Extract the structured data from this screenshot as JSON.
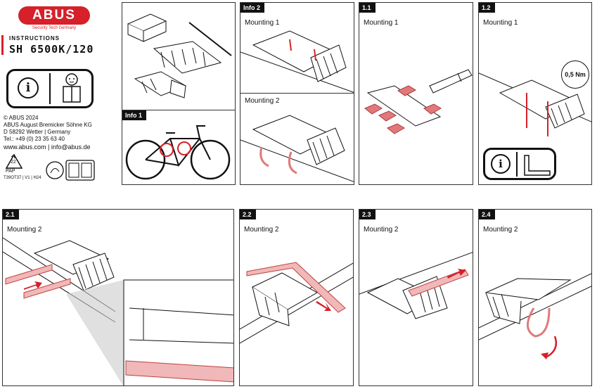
{
  "brand": {
    "name": "ABUS",
    "tagline": "Security Tech Germany"
  },
  "doc": {
    "heading": "INSTRUCTIONS",
    "model": "SH 6500K/120"
  },
  "company": {
    "copyright": "© ABUS 2024",
    "name": "ABUS August Bremicker Söhne KG",
    "address": "D 58292 Wetter | Germany",
    "phone": "Tel.: +49 (0) 23 35 63 40",
    "web": "www.abus.com | info@abus.de",
    "recycle_number": "22",
    "recycle_material": "PAP",
    "code": "T39OT37 | V1 | H24"
  },
  "panels": {
    "info1": {
      "tag": "Info 1"
    },
    "info2": {
      "tag": "Info 2",
      "title1": "Mounting 1",
      "title2": "Mounting 2"
    },
    "p11": {
      "tag": "1.1",
      "title": "Mounting 1"
    },
    "p12": {
      "tag": "1.2",
      "title": "Mounting 1",
      "torque": "0,5 Nm"
    },
    "p21": {
      "tag": "2.1",
      "title": "Mounting 2"
    },
    "p22": {
      "tag": "2.2",
      "title": "Mounting 2"
    },
    "p23": {
      "tag": "2.3",
      "title": "Mounting 2"
    },
    "p24": {
      "tag": "2.4",
      "title": "Mounting 2"
    }
  },
  "colors": {
    "accent": "#d6202a",
    "strap": "#e07a7a"
  }
}
